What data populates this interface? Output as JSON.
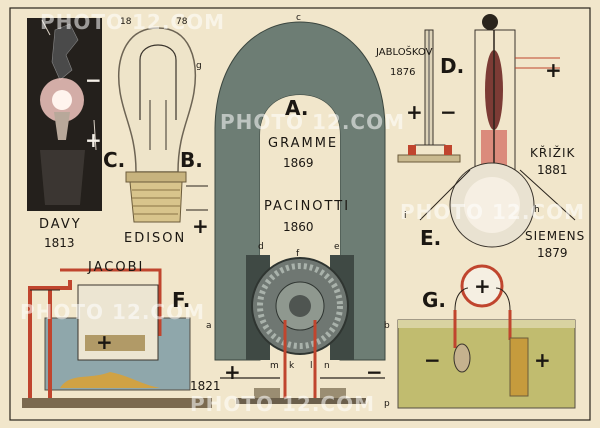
{
  "sections": {
    "a": {
      "letter": "A.",
      "names": [
        "GRAMME",
        "PACINOTTI"
      ],
      "years": [
        "1869",
        "1860"
      ]
    },
    "b": {
      "letter": "B.",
      "name": "EDISON",
      "top_numbers": [
        "18",
        "78"
      ]
    },
    "c": {
      "letter": "C.",
      "name": "DAVY",
      "year": "1813"
    },
    "d": {
      "letter": "D.",
      "name": "JABLOŠKOV",
      "year": "1876"
    },
    "e": {
      "letter": "E.",
      "names": [
        "KŘIŽIK",
        "SIEMENS"
      ],
      "years": [
        "1881",
        "1879"
      ]
    },
    "f": {
      "letter": "F.",
      "name": "JACOBI",
      "year": "1821"
    },
    "g": {
      "letter": "G."
    }
  },
  "part_labels": [
    "a",
    "b",
    "c",
    "d",
    "e",
    "f",
    "g",
    "h",
    "i",
    "k",
    "l",
    "m",
    "n",
    "p"
  ],
  "symbols": {
    "plus": "+",
    "minus": "−"
  },
  "watermark": "PHOTO 12.COM",
  "colors": {
    "paper": "#f1e6cb",
    "magnet": "#6d7d74",
    "copper": "#c0452e",
    "liquid": "#9aa65a",
    "water": "#7f9da6",
    "ink": "#1b1712"
  }
}
